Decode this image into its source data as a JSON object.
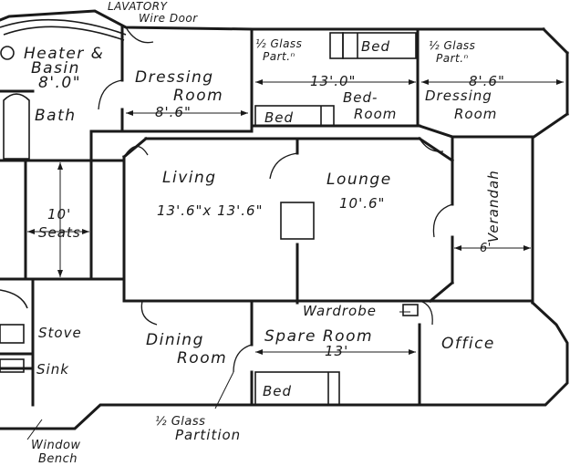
{
  "labels": {
    "lavatory": "LAVATORY",
    "wire_door": "Wire Door",
    "heater_basin_1": "Heater &",
    "heater_basin_2": "Basin",
    "heater_dim": "8'.0\"",
    "bath": "Bath",
    "dressing_left_1": "Dressing",
    "dressing_left_2": "Room",
    "dressing_left_dim": "8'.6\"",
    "half_glass_left_1": "½ Glass",
    "half_glass_left_2": "Part.ⁿ",
    "bed_top": "Bed",
    "half_glass_right_1": "½ Glass",
    "half_glass_right_2": "Part.ⁿ",
    "dim_13": "13'.0\"",
    "dim_8_6_right": "8'.6\"",
    "bedroom_1": "Bed-",
    "bedroom_2": "Room",
    "dressing_right_1": "Dressing",
    "dressing_right_2": "Room",
    "bed_mid": "Bed",
    "living": "Living",
    "living_dim": "13'.6\"x 13'.6\"",
    "lounge": "Lounge",
    "lounge_dim": "10'.6\"",
    "verandah": "Verandah",
    "verandah_dim": "6'",
    "seats_dim": "10'",
    "seats": "Seats",
    "wardrobe": "Wardrobe",
    "stove": "Stove",
    "sink": "Sink",
    "dining_1": "Dining",
    "dining_2": "Room",
    "spare_room": "Spare Room",
    "spare_dim": "13'",
    "office": "Office",
    "bed_bottom": "Bed",
    "half_glass_bottom_1": "½ Glass",
    "half_glass_bottom_2": "Partition",
    "window_bench_1": "Window",
    "window_bench_2": "Bench"
  }
}
